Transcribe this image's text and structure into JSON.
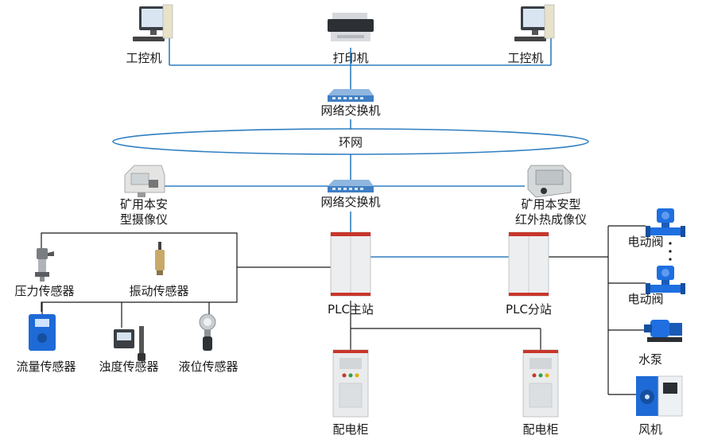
{
  "labels": {
    "pc_left": "工控机",
    "printer": "打印机",
    "pc_right": "工控机",
    "switch_top": "网络交换机",
    "ring": "环网",
    "switch_mid": "网络交换机",
    "camera_line1": "矿用本安",
    "camera_line2": "型摄像仪",
    "thermal_line1": "矿用本安型",
    "thermal_line2": "红外热成像仪",
    "pressure": "压力传感器",
    "vibration": "振动传感器",
    "flow": "流量传感器",
    "turbidity": "浊度传感器",
    "level": "液位传感器",
    "plc_main": "PLC主站",
    "plc_sub": "PLC分站",
    "valve1": "电动阀",
    "valve2": "电动阀",
    "pump": "水泵",
    "fan": "风机",
    "dist1": "配电柜",
    "dist2": "配电柜"
  },
  "colors": {
    "network_line": "#2f7fc1",
    "wire": "#1a1a1a",
    "cabinet_accent": "#c8362b",
    "device_blue": "#1e6ad6"
  }
}
